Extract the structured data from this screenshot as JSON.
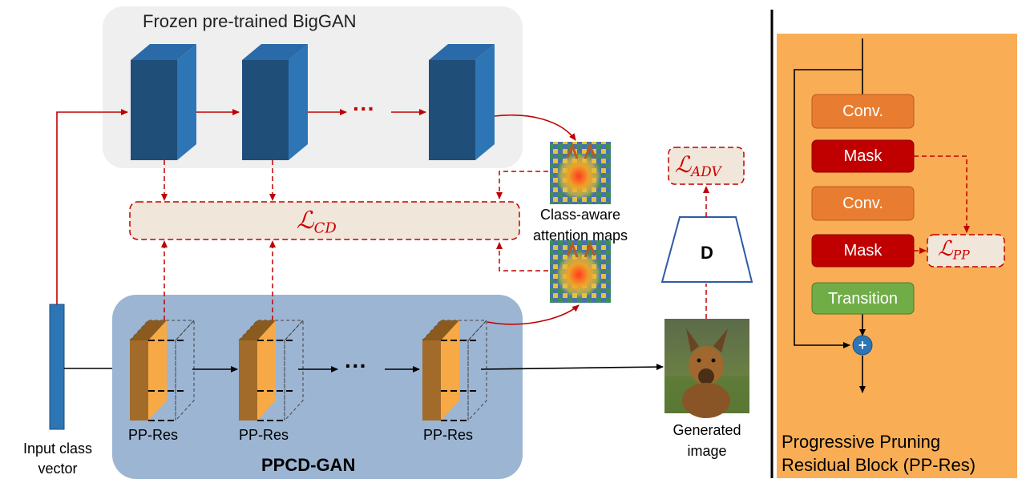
{
  "top_panel": {
    "title": "Frozen pre-trained BigGAN"
  },
  "bottom_panel": {
    "title": "PPCD-GAN",
    "block_labels": [
      "PP-Res",
      "PP-Res",
      "PP-Res"
    ]
  },
  "ellipsis": "···",
  "input": {
    "label_line1": "Input class",
    "label_line2": "vector"
  },
  "losses": {
    "cd": {
      "symbol": "ℒ",
      "subscript": "CD"
    },
    "adv": {
      "symbol": "ℒ",
      "subscript": "ADV"
    },
    "pp": {
      "symbol": "ℒ",
      "subscript": "PP"
    }
  },
  "attention": {
    "label_line1": "Class-aware",
    "label_line2": "attention maps"
  },
  "discriminator": {
    "label": "D"
  },
  "generated": {
    "label_line1": "Generated",
    "label_line2": "image"
  },
  "pp_res": {
    "title_line1": "Progressive Pruning",
    "title_line2": "Residual Block (PP-Res)",
    "blocks": [
      "Conv.",
      "Mask",
      "Conv.",
      "Mask",
      "Transition"
    ],
    "plus": "+"
  },
  "colors": {
    "top_panel_bg": "#efefef",
    "bottom_panel_bg": "#9cb5d3",
    "loss_box_bg": "#f0e6d9",
    "dashed_red": "#c00000",
    "cube_front": "#1f4e79",
    "cube_side": "#2e75b6",
    "slab_front": "#a26b2a",
    "slab_side": "#f7a945",
    "right_panel_bg": "#f9ad55",
    "conv_block": "#e87d32",
    "mask_block": "#c00000",
    "transition_block": "#70ad47",
    "plus_circle": "#2e75b6"
  }
}
